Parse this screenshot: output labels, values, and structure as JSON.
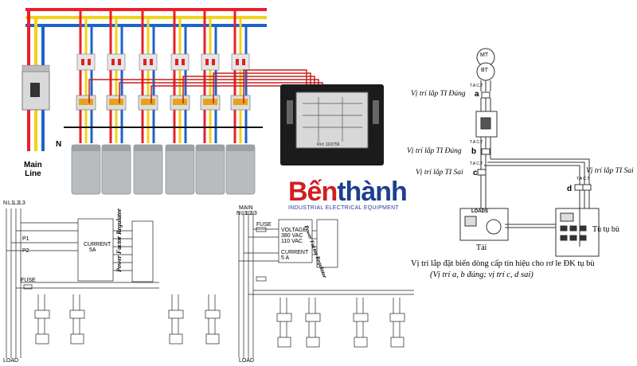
{
  "photo": {
    "main_line_label_1": "Main",
    "main_line_label_2": "Line",
    "neutral_label": "N"
  },
  "brand": {
    "name_prefix": "Bến",
    "name_suffix": "thành",
    "tagline": "INDUSTRIAL ELECTRICAL EQUIPMENT"
  },
  "regulator_device": {
    "model_text": "RVc 110/756"
  },
  "schematic_left": {
    "phase_labels": [
      "N",
      "L1",
      "L2",
      "L3"
    ],
    "regulator_name": "Power Factor Regulator",
    "current_label": "CURRENT",
    "current_rating": "5A",
    "fuse_label": "FUSE",
    "p1": "P1",
    "p2": "P2",
    "load_label": "LOAD"
  },
  "schematic_right": {
    "main_label": "MAIN",
    "phase_labels": [
      "N",
      "L1",
      "L2",
      "L3"
    ],
    "fuse_label": "FUSE",
    "voltage_label": "VOLTAGE",
    "voltage_value": "380 VAC",
    "voltage_value_2": "110 VAC",
    "current_label": "CURRENT",
    "current_value": "5 A",
    "regulator_name": "Power Factor Regulator",
    "load_label": "LOAD"
  },
  "ct_diagram": {
    "mt": "MT",
    "bt": "BT",
    "ta_ct": "T.A C.T",
    "pos_a": "Vị trí lắp TI Đúng",
    "pos_b": "Vị trí lắp TI Đúng",
    "pos_c": "Vị trí lắp TI Sai",
    "pos_d": "Vị trí lắp TI Sai",
    "letter_a": "a",
    "letter_b": "b",
    "letter_c": "c",
    "letter_d": "d",
    "loads": "LOADS",
    "tai": "Tải",
    "tu_bu": "Tủ tụ bù",
    "caption_1": "Vị trí lắp đặt biến dòng cấp tín hiệu cho rơ le ĐK tụ bù",
    "caption_2": "(Vị trí a, b đúng; vị trí c, d sai)"
  },
  "colors": {
    "red": "#e8202a",
    "yellow": "#f2d21a",
    "blue": "#1f63c8",
    "brand_blue": "#1e3f8f",
    "brand_red": "#d21d22"
  }
}
